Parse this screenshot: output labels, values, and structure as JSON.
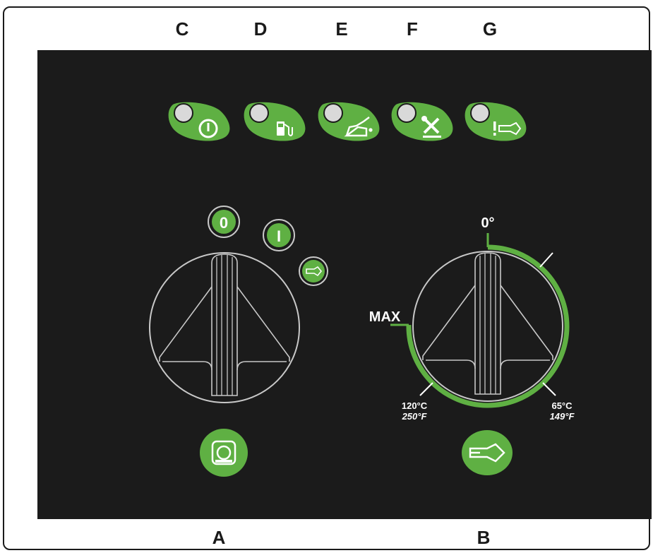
{
  "top_labels": [
    "C",
    "D",
    "E",
    "F",
    "G"
  ],
  "bottom_labels": [
    "A",
    "B"
  ],
  "indicators": [
    {
      "name": "power-indicator",
      "icon": "power-icon"
    },
    {
      "name": "fuel-indicator",
      "icon": "fuel-pump-icon"
    },
    {
      "name": "oil-indicator",
      "icon": "oil-can-icon"
    },
    {
      "name": "service-indicator",
      "icon": "service-tools-icon"
    },
    {
      "name": "heater-fault-indicator",
      "icon": "heater-warning-icon"
    }
  ],
  "left_knob": {
    "positions": [
      "0",
      "I",
      "heater"
    ]
  },
  "right_knob": {
    "top_label": "0°",
    "max_label": "MAX",
    "high_temp_c": "120°C",
    "high_temp_f": "250°F",
    "low_temp_c": "65°C",
    "low_temp_f": "149°F"
  },
  "buttons": [
    {
      "name": "pump-button",
      "icon": "pump-icon"
    },
    {
      "name": "heater-button",
      "icon": "heater-icon"
    }
  ],
  "colors": {
    "panel": "#1b1b1b",
    "green": "#5fb043",
    "outline": "#c8c8c8",
    "light_off": "#d9d9d9"
  }
}
